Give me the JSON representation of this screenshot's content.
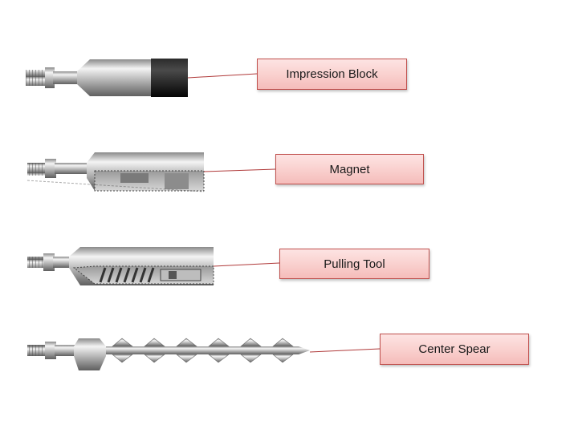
{
  "labels": {
    "impression_block": "Impression Block",
    "magnet": "Magnet",
    "pulling_tool": "Pulling Tool",
    "center_spear": "Center Spear"
  },
  "colors": {
    "leader_line": "#b03a3a",
    "box_border": "#c0504d",
    "box_fill": "#f9cfcd",
    "steel_light": "#f2f2f2",
    "steel_dark": "#6e6e6e",
    "rubber_block": "#151515"
  }
}
